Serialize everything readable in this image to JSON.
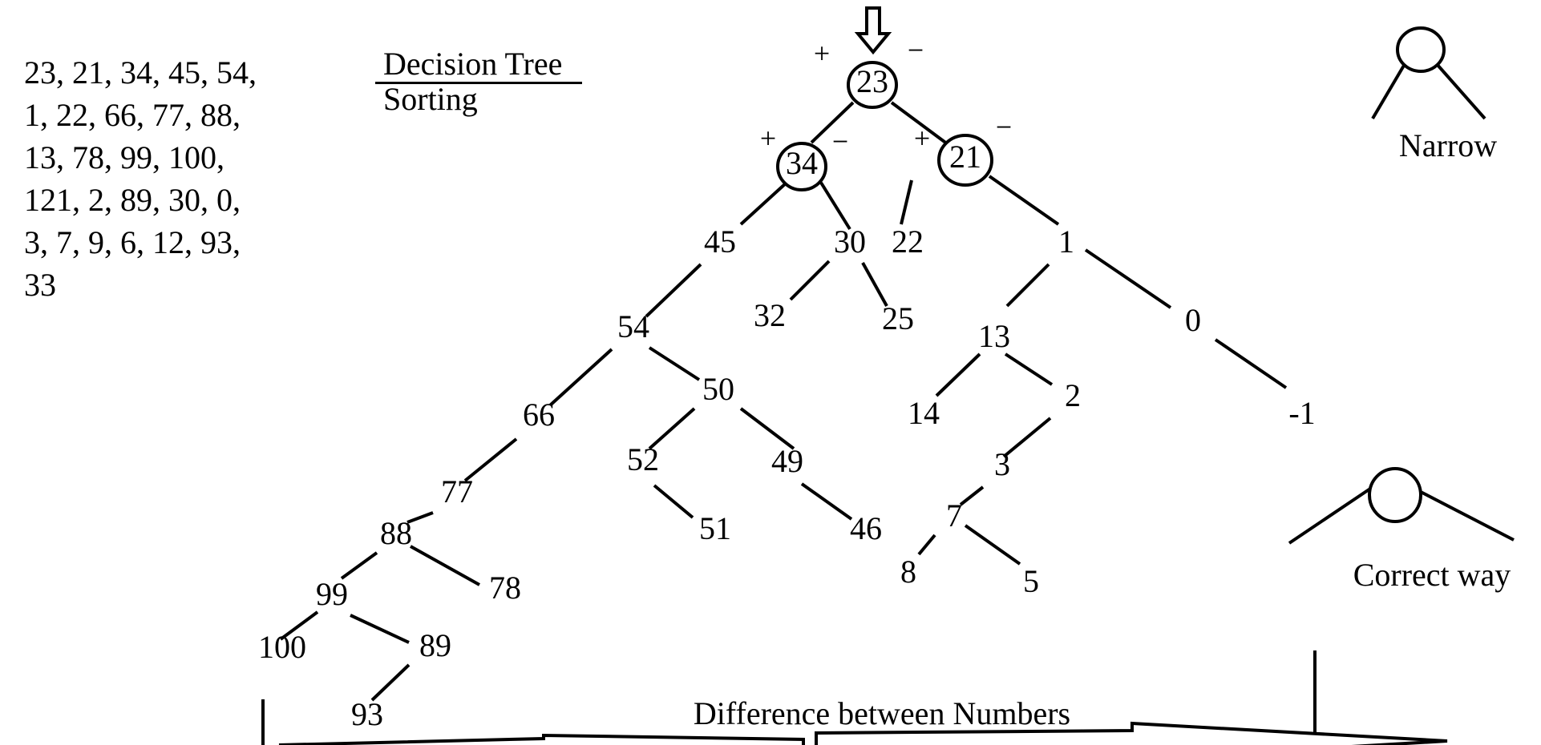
{
  "number_list": [
    "23, 21, 34, 45, 54,",
    "1, 22, 66, 77, 88,",
    "13, 78, 99, 100,",
    "121, 2, 89, 30, 0,",
    "3, 7, 9, 6, 12, 93,",
    "33"
  ],
  "title": {
    "line1": "Decision Tree",
    "line2": "Sorting"
  },
  "root": {
    "value": "23",
    "plus": "+",
    "minus": "−"
  },
  "nodes": [
    "23",
    "34",
    "21",
    "45",
    "30",
    "22",
    "1",
    "54",
    "32",
    "25",
    "13",
    "0",
    "50",
    "66",
    "14",
    "2",
    "-1",
    "52",
    "49",
    "77",
    "3",
    "88",
    "51",
    "46",
    "7",
    "78",
    "99",
    "8",
    "5",
    "100",
    "89",
    "93"
  ],
  "branch_signs": {
    "plus": "+",
    "minus": "−"
  },
  "legend": {
    "narrow": "Narrow",
    "correct": "Correct way"
  },
  "axis_label": "Difference between Numbers"
}
